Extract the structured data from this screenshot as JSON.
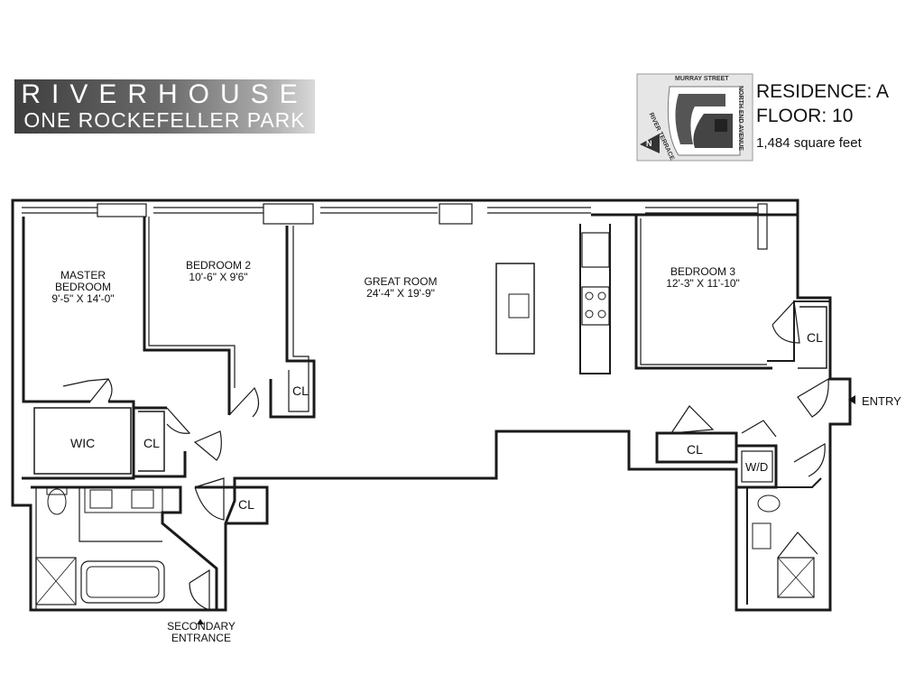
{
  "logo": {
    "line1": "RIVERHOUSE",
    "line2": "ONE ROCKEFELLER PARK"
  },
  "residence": {
    "residence": "RESIDENCE: A",
    "floor": "FLOOR: 10",
    "area": "1,484 square feet"
  },
  "key_map": {
    "top_street": "MURRAY STREET",
    "left_street": "RIVER TERRACE",
    "right_street": "NORTH END AVENUE",
    "north": "N"
  },
  "rooms": {
    "master": {
      "name": "MASTER",
      "name2": "BEDROOM",
      "dims": "9'-5\" X 14'-0\""
    },
    "bedroom2": {
      "name": "BEDROOM 2",
      "dims": "10'-6\" X 9'6\""
    },
    "great": {
      "name": "GREAT ROOM",
      "dims": "24'-4\" X 19'-9\""
    },
    "bedroom3": {
      "name": "BEDROOM 3",
      "dims": "12'-3\" X 11'-10\""
    }
  },
  "labels": {
    "wic": "WIC",
    "cl_master": "CL",
    "cl_bed2": "CL",
    "cl_hall": "CL",
    "cl_center": "CL",
    "cl_bed3": "CL",
    "wd": "W/D",
    "entry": "ENTRY",
    "secondary1": "SECONDARY",
    "secondary2": "ENTRANCE"
  },
  "colors": {
    "wall": "#1a1a1a",
    "logo_dark": "#3e3e3e",
    "logo_light": "#d9d9d9"
  }
}
